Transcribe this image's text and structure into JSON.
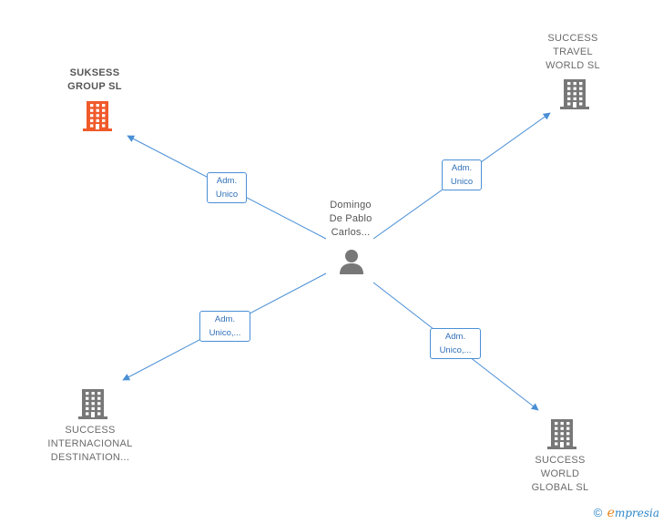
{
  "center": {
    "lines": [
      "Domingo",
      "De Pablo",
      "Carlos..."
    ],
    "icon": "person-icon",
    "color": "#777777"
  },
  "nodes": [
    {
      "id": "suksess",
      "lines": [
        "SUKSESS",
        "GROUP  SL"
      ],
      "main": true,
      "icon": "building-icon",
      "color": "#f05a2a"
    },
    {
      "id": "travel",
      "lines": [
        "SUCCESS",
        "TRAVEL",
        "WORLD  SL"
      ],
      "main": false,
      "icon": "building-icon",
      "color": "#777777"
    },
    {
      "id": "internacional",
      "lines": [
        "SUCCESS",
        "INTERNACIONAL",
        "DESTINATION..."
      ],
      "main": false,
      "icon": "building-icon",
      "color": "#777777"
    },
    {
      "id": "global",
      "lines": [
        "SUCCESS",
        "WORLD",
        "GLOBAL  SL"
      ],
      "main": false,
      "icon": "building-icon",
      "color": "#777777"
    }
  ],
  "edges": [
    {
      "to": "suksess",
      "label": [
        "Adm.",
        "Unico"
      ]
    },
    {
      "to": "travel",
      "label": [
        "Adm.",
        "Unico"
      ]
    },
    {
      "to": "internacional",
      "label": [
        "Adm.",
        "Unico,..."
      ]
    },
    {
      "to": "global",
      "label": [
        "Adm.",
        "Unico,..."
      ]
    }
  ],
  "colors": {
    "edge": "#4a8fd6",
    "edge_text": "#2f6fb8"
  },
  "brand": {
    "copyright": "©",
    "initial": "e",
    "rest": "mpresia"
  }
}
